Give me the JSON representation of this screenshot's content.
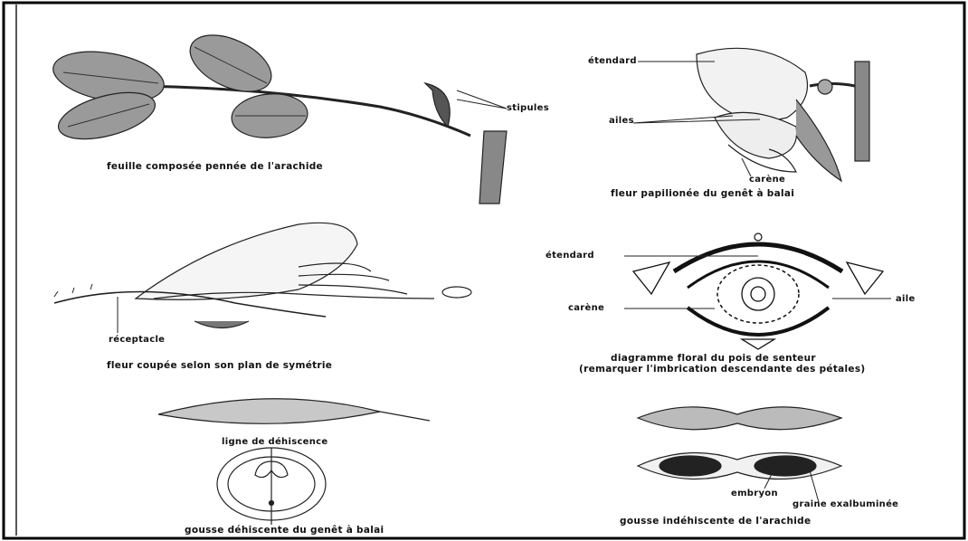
{
  "panels": {
    "leaf": {
      "caption": "feuille composée pennée de l'arachide",
      "label_stipules": "stipules"
    },
    "flower": {
      "caption": "fleur papilionée du genêt à balai",
      "label_etendard": "étendard",
      "label_ailes": "ailes",
      "label_carene": "carène"
    },
    "section": {
      "caption": "fleur coupée selon son plan de symétrie",
      "label_receptacle": "réceptacle"
    },
    "floral_diagram": {
      "caption_line1": "diagramme floral du pois de senteur",
      "caption_line2": "(remarquer l'imbrication descendante des pétales)",
      "label_etendard": "étendard",
      "label_carene": "carène",
      "label_aile": "aile"
    },
    "dehiscent_pod": {
      "label_ligne": "ligne de déhiscence",
      "caption": "gousse déhiscente du genêt à balai"
    },
    "indehiscent_pod": {
      "label_embryon": "embryon",
      "label_graine": "graine exalbuminée",
      "caption": "gousse indéhiscente de l'arachide"
    }
  }
}
